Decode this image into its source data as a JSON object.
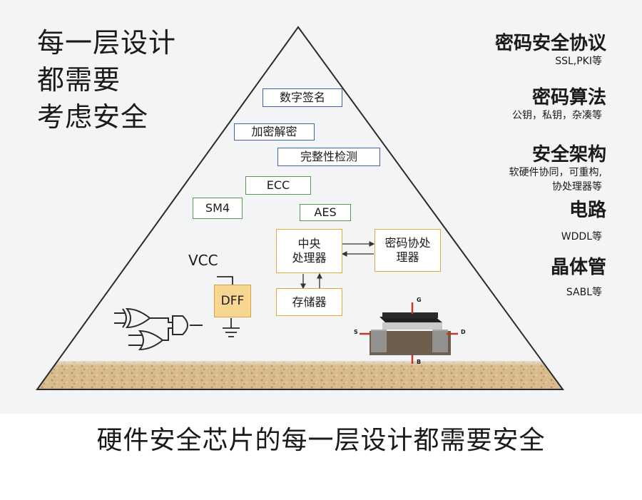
{
  "headline": [
    "每一层设计",
    "都需要",
    "考虑安全"
  ],
  "layers": [
    {
      "title": "密码安全协议",
      "note": [
        "SSL,PKI等"
      ]
    },
    {
      "title": "密码算法",
      "note": [
        "公钥，私钥，杂凑等"
      ]
    },
    {
      "title": "安全架构",
      "note": [
        "软硬件协同，可重构,",
        "协处理器等"
      ]
    },
    {
      "title": "电路",
      "note": [
        "WDDL等"
      ]
    },
    {
      "title": "晶体管",
      "note": [
        "SABL等"
      ]
    }
  ],
  "algorithm_boxes": {
    "digital_signature": "数字签名",
    "encrypt_decrypt": "加密解密",
    "integrity_check": "完整性检测",
    "ecc": "ECC",
    "sm4": "SM4",
    "aes": "AES"
  },
  "architecture": {
    "cpu": [
      "中央",
      "处理器"
    ],
    "crypto_coprocessor": [
      "密码协处",
      "理器"
    ],
    "memory": "存储器"
  },
  "circuit": {
    "vcc": "VCC",
    "dff": "DFF"
  },
  "transistor_terminals": {
    "gate": "G",
    "source": "S",
    "drain": "D",
    "body": "B"
  },
  "caption": "硬件安全芯片的每一层设计都需要安全",
  "colors": {
    "triangle_stroke": "#2b2b2b",
    "blue_box": "#3a63b0",
    "green_box": "#4f9c4c",
    "orange_box": "#e2a93a",
    "dff_fill": "#f6d691",
    "sand": "#d6b88c"
  }
}
